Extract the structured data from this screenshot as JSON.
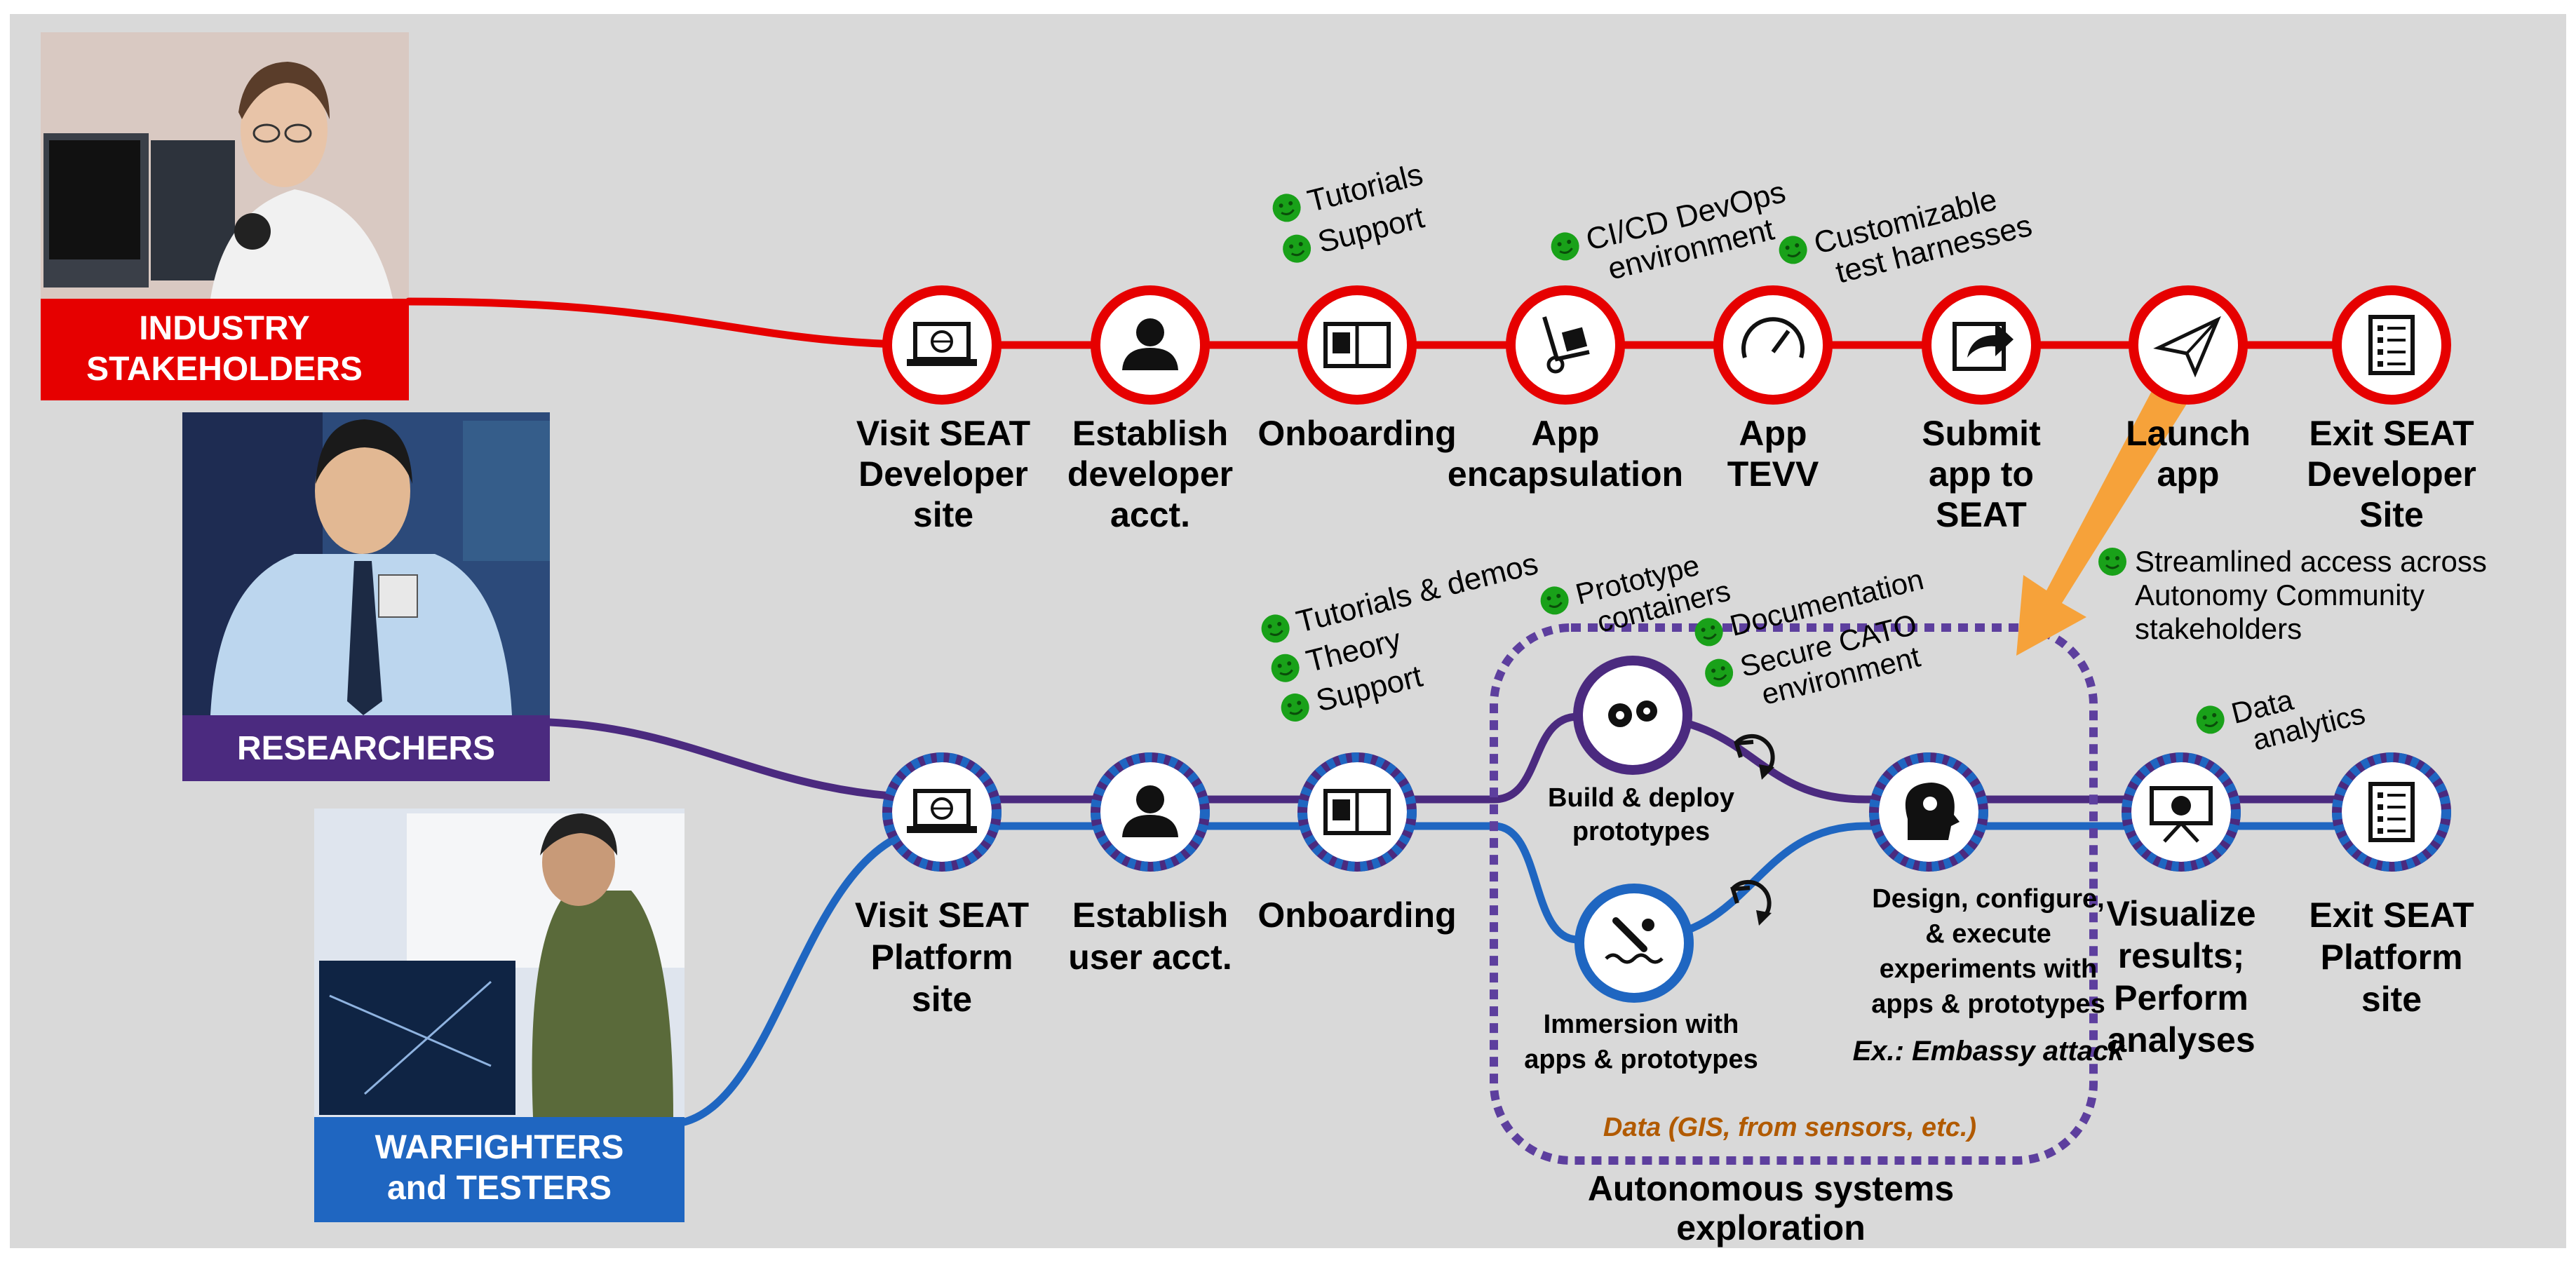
{
  "colors": {
    "background": "#d9d9d9",
    "industry": "#e60000",
    "researchers": "#4b2a7f",
    "warfighters": "#1f66c1",
    "bullet_green": "#19a119",
    "arrow_orange": "#f6a23a",
    "data_orange": "#b15a00",
    "dotted": "#5d3f9e"
  },
  "groups": {
    "industry": "INDUSTRY STAKEHOLDERS",
    "researchers": "RESEARCHERS",
    "warfighters": "WARFIGHTERS and TESTERS"
  },
  "group_lines": {
    "industry": [
      "INDUSTRY",
      "STAKEHOLDERS"
    ],
    "researchers": [
      "RESEARCHERS"
    ],
    "warfighters": [
      "WARFIGHTERS",
      "and TESTERS"
    ]
  },
  "developer_track": [
    {
      "icon": "laptop-globe-icon",
      "label": [
        "Visit SEAT",
        "Developer",
        "site"
      ]
    },
    {
      "icon": "person-icon",
      "label": [
        "Establish",
        "developer",
        "acct."
      ]
    },
    {
      "icon": "book-icon",
      "label": [
        "Onboarding"
      ]
    },
    {
      "icon": "hand-truck-icon",
      "label": [
        "App",
        "encapsulation"
      ]
    },
    {
      "icon": "gauge-icon",
      "label": [
        "App",
        "TEVV"
      ]
    },
    {
      "icon": "share-arrow-icon",
      "label": [
        "Submit",
        "app to",
        "SEAT"
      ]
    },
    {
      "icon": "paper-plane-icon",
      "label": [
        "Launch",
        "app"
      ]
    },
    {
      "icon": "checklist-icon",
      "label": [
        "Exit SEAT",
        "Developer",
        "Site"
      ]
    }
  ],
  "platform_track": [
    {
      "icon": "laptop-globe-icon",
      "label": [
        "Visit SEAT",
        "Platform",
        "site"
      ]
    },
    {
      "icon": "person-icon",
      "label": [
        "Establish",
        "user acct."
      ]
    },
    {
      "icon": "book-icon",
      "label": [
        "Onboarding"
      ]
    },
    {
      "icon": "presentation-chart-icon",
      "label": [
        "Visualize",
        "results;",
        "Perform",
        "analyses"
      ]
    },
    {
      "icon": "checklist-icon",
      "label": [
        "Exit SEAT",
        "Platform",
        "site"
      ]
    }
  ],
  "exploration": {
    "build": {
      "icon": "gears-icon",
      "label": [
        "Build & deploy",
        "prototypes"
      ]
    },
    "immersion": {
      "icon": "diver-icon",
      "label": [
        "Immersion with",
        "apps & prototypes"
      ]
    },
    "design": {
      "icon": "head-gears-icon",
      "label": [
        "Design, configure,",
        "& execute",
        "experiments with",
        "apps & prototypes"
      ],
      "example": "Ex.: Embassy attack"
    },
    "data_note": "Data (GIS, from sensors, etc.)",
    "title": [
      "Autonomous systems",
      "exploration"
    ]
  },
  "benefits": {
    "dev_onboarding": [
      [
        "Tutorials"
      ],
      [
        "Support"
      ]
    ],
    "dev_encapsulation": [
      [
        "CI/CD DevOps",
        "environment"
      ]
    ],
    "dev_tevv": [
      [
        "Customizable",
        "test harnesses"
      ]
    ],
    "streamlined": [
      [
        "Streamlined access across",
        "Autonomy Community",
        "stakeholders"
      ]
    ],
    "plat_onboarding": [
      [
        "Tutorials & demos"
      ],
      [
        "Theory"
      ],
      [
        "Support"
      ]
    ],
    "prototype": [
      [
        "Prototype",
        "containers"
      ]
    ],
    "documentation": [
      [
        "Documentation"
      ],
      [
        "Secure CATO",
        "environment"
      ]
    ],
    "analytics": [
      [
        "Data",
        "analytics"
      ]
    ]
  }
}
